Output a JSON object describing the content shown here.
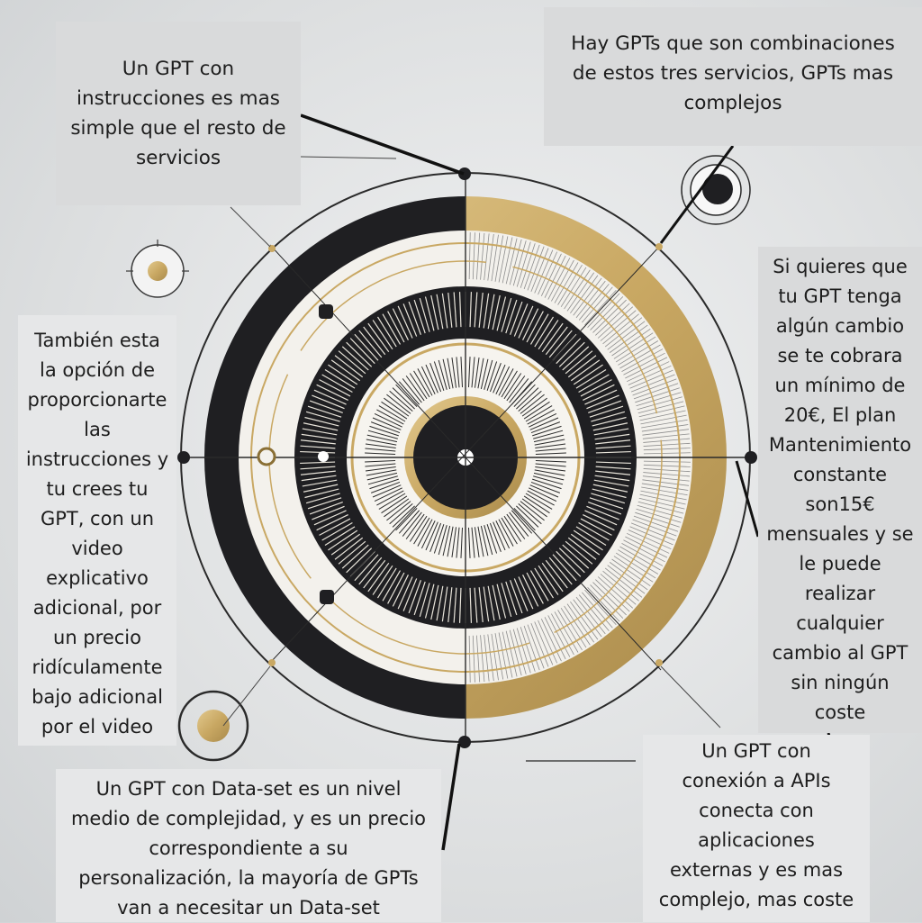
{
  "colors": {
    "background": "#dcdedf",
    "ink": "#1d1d1d",
    "dark_ring": "#1f1f22",
    "gold": "#c9a863",
    "cream": "#f3f1ec"
  },
  "diagram": {
    "center_icon": "circle-target-icon",
    "decor_icons": [
      "gold-dot-icon",
      "dark-dot-icon",
      "gold-dot-icon"
    ]
  },
  "notes": {
    "top_left": "Un GPT con\ninstrucciones es mas\nsimple que el resto de\nservicios",
    "top_right": "Hay GPTs que son combinaciones\nde estos tres servicios, GPTs mas\ncomplejos",
    "right": "Si quieres que\ntu GPT tenga\nalgún cambio\nse te cobrara\nun mínimo de\n20€, El plan\nMantenimiento\nconstante\nson15€\nmensuales y se\nle puede\nrealizar\ncualquier\ncambio al GPT\nsin ningún\ncoste",
    "left": "También esta\nla opción de\nproporcionarte\nlas\ninstrucciones y\ntu crees tu\nGPT, con un\nvideo\nexplicativo\nadicional, por\nun precio\nridículamente\nbajo adicional\npor el video",
    "bottom": "Un GPT con Data-set es un nivel\nmedio de complejidad, y es un precio\ncorrespondiente a su\npersonalización, la mayoría de GPTs\nvan a necesitar un Data-set",
    "bottom_right": "Un GPT con\nconexión a APIs\nconecta con\naplicaciones\nexternas y es mas\ncomplejo, mas coste"
  }
}
